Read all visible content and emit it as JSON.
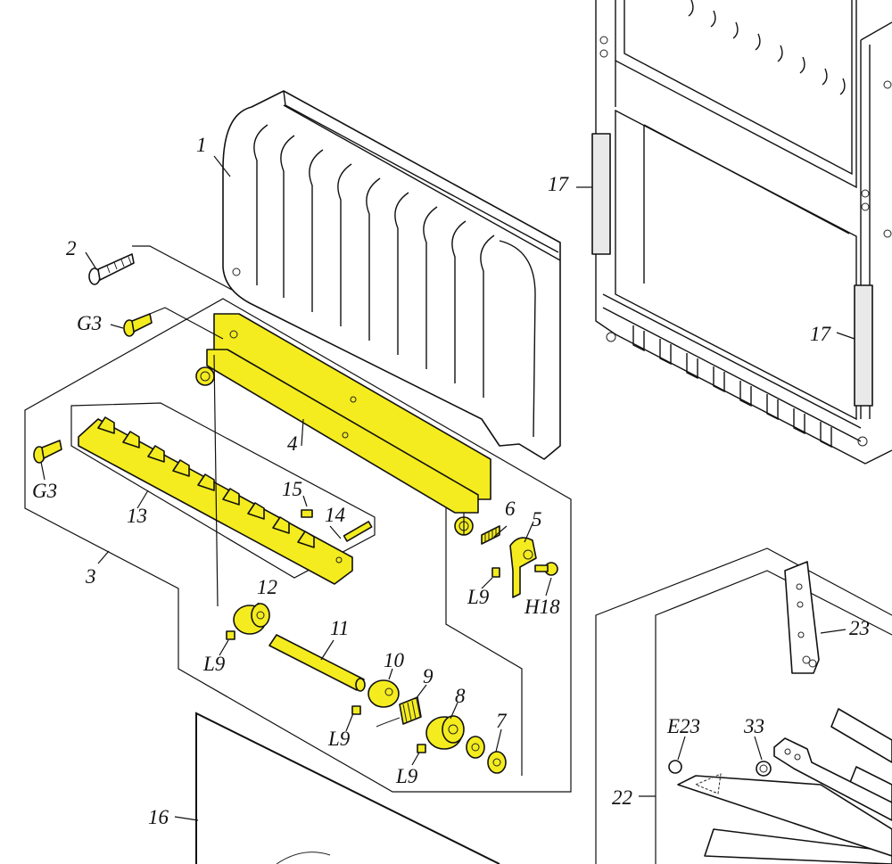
{
  "colors": {
    "highlight": "#f4ec1e",
    "line": "#111111",
    "background": "#ffffff",
    "shade": "#e9e9e9"
  },
  "callouts": {
    "c1": "1",
    "c2": "2",
    "c3": "3",
    "c4": "4",
    "c5": "5",
    "c6": "6",
    "c7": "7",
    "c8": "8",
    "c9": "9",
    "c10": "10",
    "c11": "11",
    "c12": "12",
    "c13": "13",
    "c14": "14",
    "c15": "15",
    "c16": "16",
    "c17a": "17",
    "c17b": "17",
    "c22": "22",
    "c23": "23",
    "c33": "33",
    "g3a": "G3",
    "g3b": "G3",
    "l9a": "L9",
    "l9b": "L9",
    "l9c": "L9",
    "l9d": "L9",
    "h18": "H18",
    "e23": "E23"
  }
}
